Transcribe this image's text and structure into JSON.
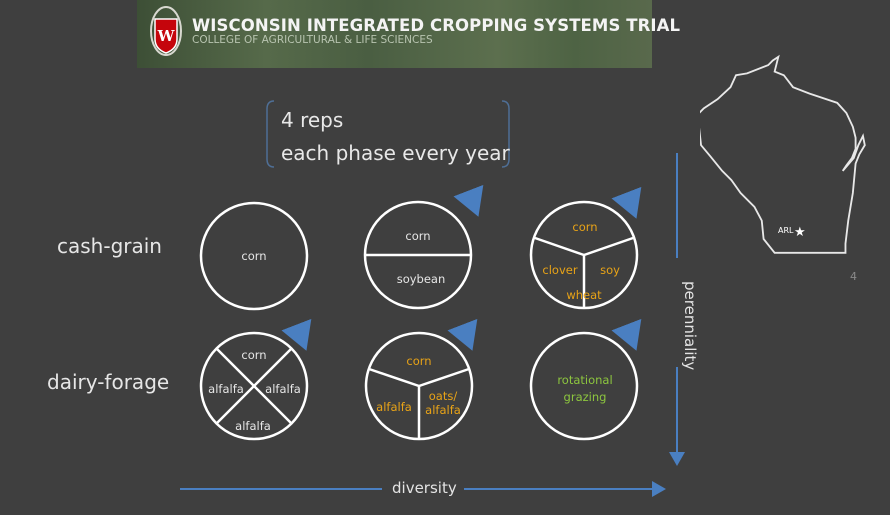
{
  "banner": {
    "title": "WISCONSIN INTEGRATED CROPPING SYSTEMS TRIAL",
    "subtitle": "COLLEGE OF AGRICULTURAL & LIFE SCIENCES",
    "logo_letter": "W"
  },
  "note": {
    "line1": "4 reps",
    "line2": "each phase every year"
  },
  "rows": [
    {
      "label": "cash-grain"
    },
    {
      "label": "dairy-forage"
    }
  ],
  "systems": {
    "cg1": {
      "sections": [
        "corn"
      ]
    },
    "cg2": {
      "sections": [
        "corn",
        "soybean"
      ]
    },
    "cg3": {
      "sections": [
        "corn",
        "clover",
        "soy",
        "wheat"
      ]
    },
    "df1": {
      "sections": [
        "corn",
        "alfalfa",
        "alfalfa",
        "alfalfa"
      ]
    },
    "df2": {
      "sections": [
        "corn",
        "alfalfa",
        "oats/",
        "alfalfa"
      ]
    },
    "df3": {
      "sections": [
        "rotational",
        "grazing"
      ]
    }
  },
  "axes": {
    "x_label": "diversity",
    "y_label": "perenniality"
  },
  "map": {
    "site_label": "ARL",
    "site_icon": "star-icon"
  },
  "page_number": "4",
  "colors": {
    "background": "#3f3f3f",
    "accent_blue": "#4a7fc1",
    "highlight_orange": "#e8a317",
    "highlight_green": "#8dc63f",
    "circle_stroke": "#ffffff"
  }
}
